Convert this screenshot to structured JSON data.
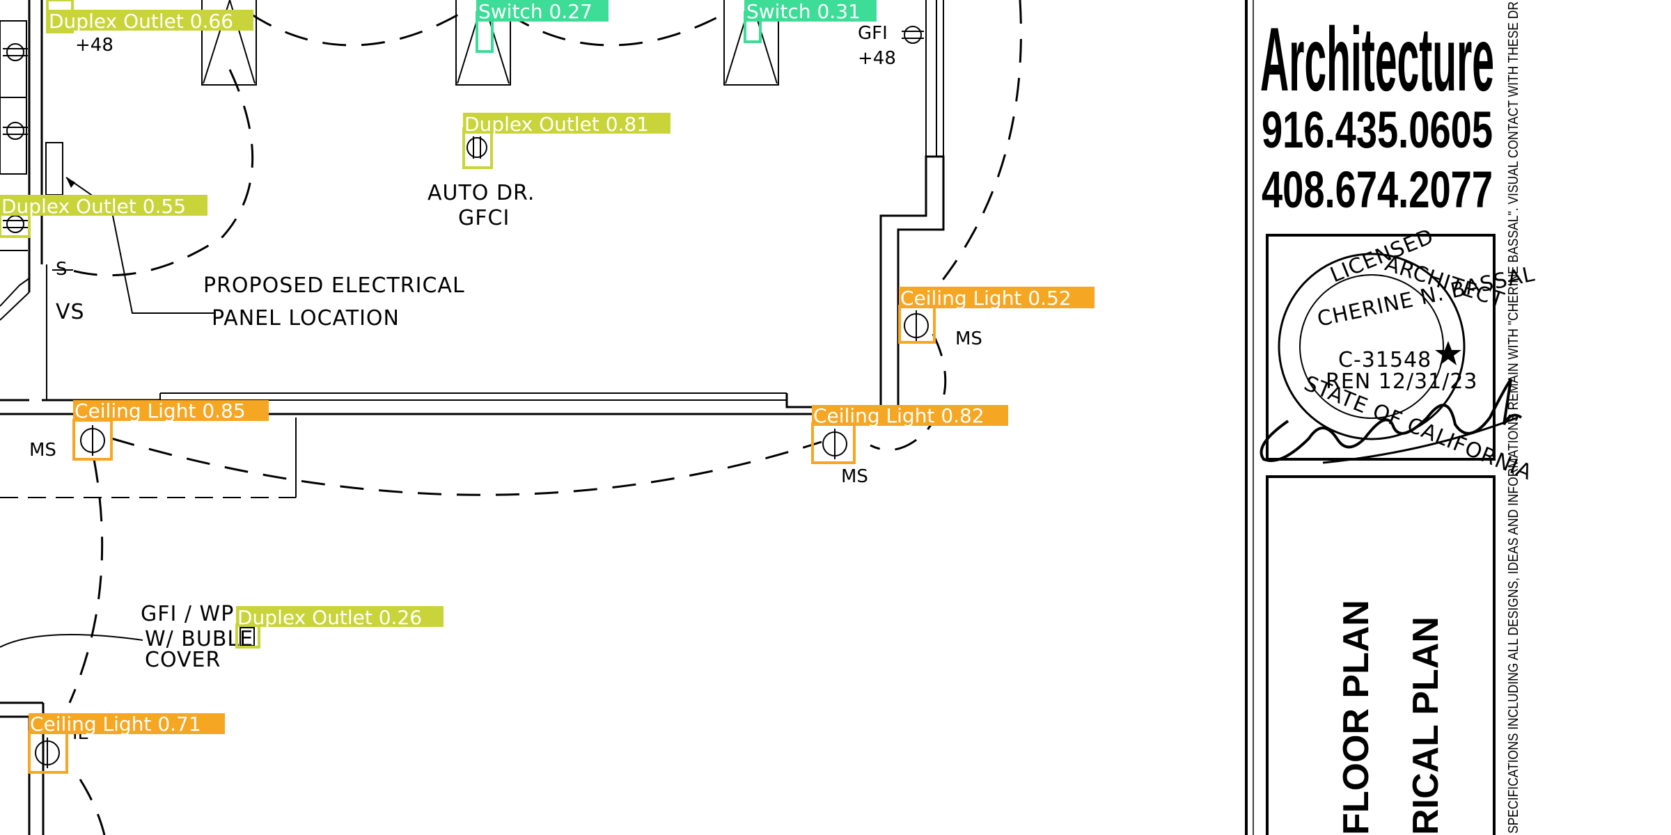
{
  "colors": {
    "duplex_outlet": "#c8d43a",
    "ceiling_light": "#f5a623",
    "switch": "#3ddc97",
    "line": "#000000",
    "background": "#ffffff"
  },
  "plan_labels": {
    "plus48_a": "+48",
    "gfi": "GFI",
    "plus48_b": "+48",
    "auto_dr": "AUTO DR.",
    "gfci": "GFCI",
    "proposed_electrical": "PROPOSED ELECTRICAL",
    "panel_location": "PANEL LOCATION",
    "vs": "VS",
    "s": "S",
    "ms_1": "MS",
    "ms_2": "MS",
    "ms_3": "MS",
    "gfi_wp": "GFI / WP",
    "w_buble": "W/ BUBLE",
    "cover": "COVER",
    "he": "HE"
  },
  "detections": [
    {
      "id": "det-duplex-outlet-066",
      "label": "Duplex Outlet 0.66",
      "class": "duplex_outlet"
    },
    {
      "id": "det-switch-027",
      "label": "Switch 0.27",
      "class": "switch"
    },
    {
      "id": "det-switch-031",
      "label": "Switch 0.31",
      "class": "switch"
    },
    {
      "id": "det-duplex-outlet-081",
      "label": "Duplex Outlet 0.81",
      "class": "duplex_outlet"
    },
    {
      "id": "det-duplex-outlet-055",
      "label": "Duplex Outlet 0.55",
      "class": "duplex_outlet"
    },
    {
      "id": "det-ceiling-light-052",
      "label": "Ceiling Light 0.52",
      "class": "ceiling_light"
    },
    {
      "id": "det-ceiling-light-085",
      "label": "Ceiling Light 0.85",
      "class": "ceiling_light"
    },
    {
      "id": "det-ceiling-light-082",
      "label": "Ceiling Light 0.82",
      "class": "ceiling_light"
    },
    {
      "id": "det-duplex-outlet-026",
      "label": "Duplex Outlet 0.26",
      "class": "duplex_outlet"
    },
    {
      "id": "det-ceiling-light-071",
      "label": "Ceiling Light 0.71",
      "class": "ceiling_light"
    }
  ],
  "title_block": {
    "firm": "Architecture",
    "phone_1": "916.435.0605",
    "phone_2": "408.674.2077",
    "stamp": {
      "licensed": "LICENSED",
      "architect": "ARCHITECT",
      "name": "CHERINE N. BASSAL",
      "license_no": "C-31548",
      "renewal": "REN 12/31/23",
      "state": "STATE OF CALIFORNIA",
      "signature": "Cherine Bassal"
    },
    "sheet_title_1": "FLOOR PLAN",
    "sheet_title_2": "RICAL PLAN",
    "disclaimer": "SPECIFICATIONS INCLUDING ALL DESIGNS, IDEAS AND INFORMATIONS REMAIN WITH \"CHERINE BASSAL\". VISUAL CONTACT WITH THESE DR"
  }
}
